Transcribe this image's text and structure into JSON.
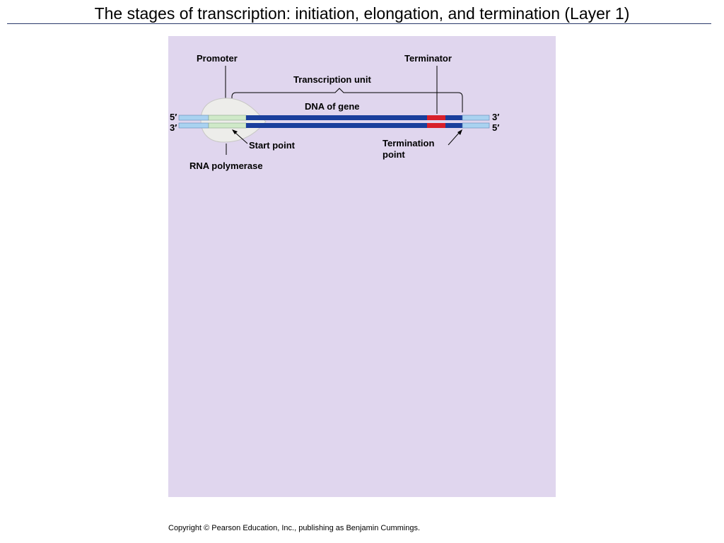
{
  "slide": {
    "title": "The stages of transcription: initiation, elongation, and termination (Layer 1)",
    "copyright": "Copyright © Pearson Education, Inc., publishing as Benjamin Cummings."
  },
  "figure": {
    "labels": {
      "promoter": "Promoter",
      "terminator": "Terminator",
      "transcription_unit": "Transcription unit",
      "dna_of_gene": "DNA of gene",
      "start_point": "Start point",
      "rna_polymerase": "RNA polymerase",
      "termination_point_line1": "Termination",
      "termination_point_line2": "point",
      "top_left_end": "5′",
      "bottom_left_end": "3′",
      "top_right_end": "3′",
      "bottom_right_end": "5′"
    },
    "colors": {
      "background": "#e0d6ee",
      "dna_gene_strand": "#1a3f9c",
      "dna_flank_strand": "#a9d2f0",
      "promoter_region": "#cfe9c8",
      "terminator_region": "#d8202a",
      "polymerase": "#ededea"
    }
  }
}
